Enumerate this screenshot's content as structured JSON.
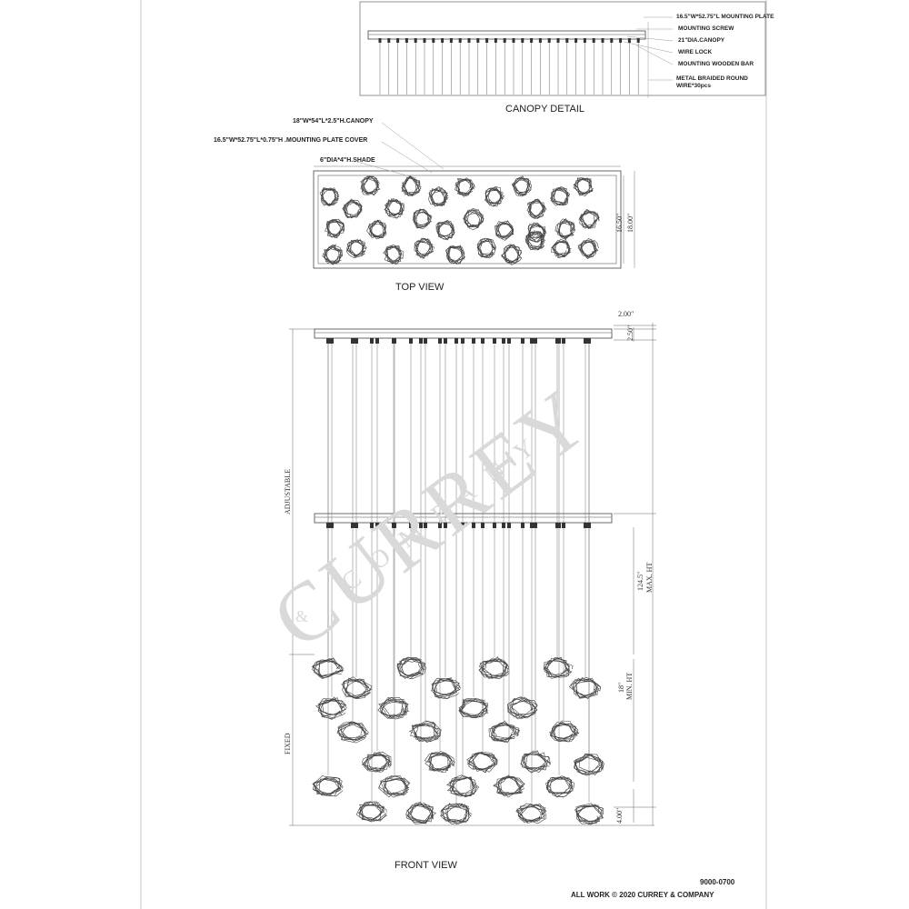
{
  "canopy_detail": {
    "title": "CANOPY DETAIL",
    "labels": [
      "16.5\"W*52.75\"L MOUNTING PLATE",
      "MOUNTING SCREW",
      "21\"DIA.CANOPY",
      "WIRE LOCK",
      "MOUNTING  WOODEN BAR",
      "METAL BRAIDED ROUND",
      "WIRE*30pcs"
    ]
  },
  "top_view": {
    "title": "TOP VIEW",
    "labels": [
      "18\"W*54\"L*2.5\"H.CANOPY",
      "16.5\"W*52.75\"L*0.75\"H .MOUNTING PLATE  COVER",
      "6\"DIA*4\"H.SHADE"
    ],
    "dims": [
      "16.50\"",
      "18.00\""
    ]
  },
  "front_view": {
    "title": "FRONT VIEW",
    "dims": {
      "top_a": "2.00\"",
      "top_b": "2.50\"",
      "max": "124.5\"",
      "max_label": "MAX. HT",
      "min": "18\"",
      "min_label": "MIN. HT",
      "bottom": "4.00\""
    },
    "side_labels": {
      "adjustable": "ADJUSTABLE",
      "fixed": "FIXED"
    }
  },
  "watermark": {
    "name": "CURREY",
    "sub": "COMPANY",
    "amp": "&"
  },
  "footer": {
    "code": "9000-0700",
    "copyright": "ALL WORK © 2020 CURREY & COMPANY"
  }
}
